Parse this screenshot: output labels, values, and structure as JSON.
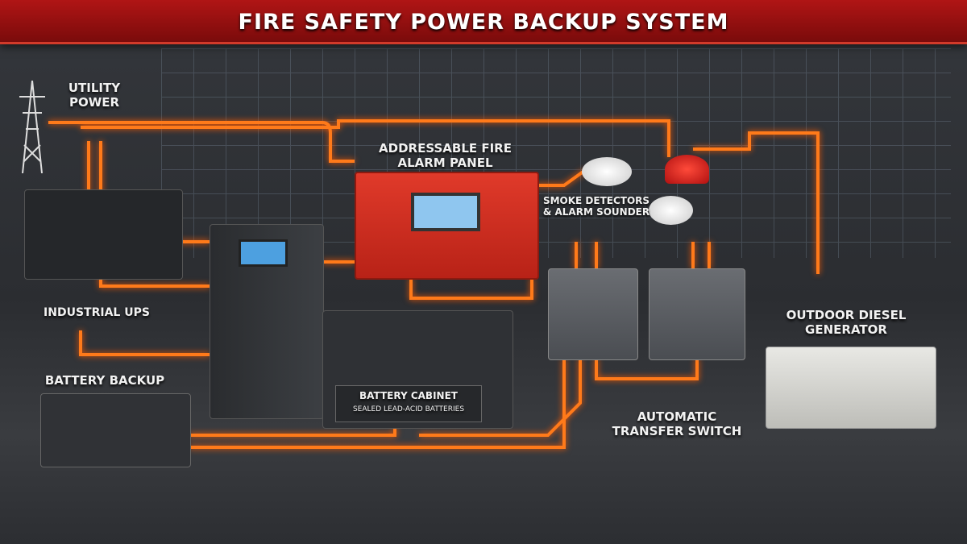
{
  "title": "FIRE SAFETY POWER BACKUP SYSTEM",
  "labels": {
    "utility_power": "UTILITY POWER",
    "fire_alarm_panel": "ADDRESSABLE FIRE ALARM PANEL",
    "smoke_detectors": "SMOKE DETECTORS & ALARM SOUNDER",
    "industrial_ups": "INDUSTRIAL UPS",
    "battery_backup": "BATTERY BACKUP",
    "battery_cabinet": "BATTERY CABINET",
    "battery_cabinet_sub": "SEALED LEAD-ACID BATTERIES",
    "outdoor_generator": "OUTDOOR DIESEL GENERATOR",
    "ats": "AUTOMATIC TRANSFER SWITCH"
  },
  "colors": {
    "wire": "#ff7a1a",
    "banner": "#b01515",
    "panel": "#e03a2a"
  }
}
